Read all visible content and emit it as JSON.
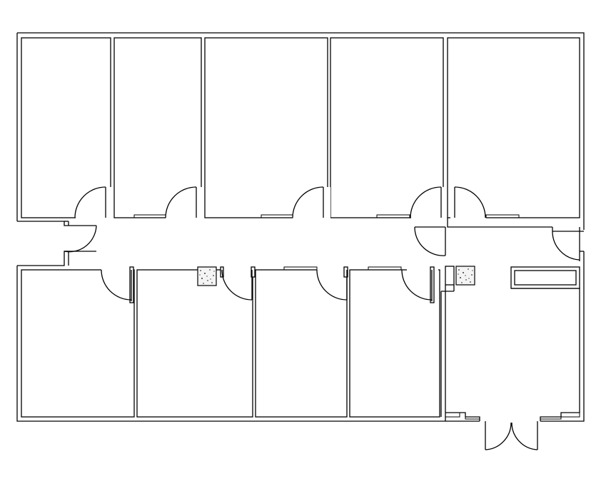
{
  "drawing": {
    "type": "floor-plan",
    "line_color": "#000000",
    "background_color": "#ffffff",
    "column_fill": "stipple"
  },
  "plan": {
    "rooms_top_row": 5,
    "rooms_bottom_row": 4,
    "lobby": 1,
    "columns": 2,
    "entrance": "double-door"
  }
}
